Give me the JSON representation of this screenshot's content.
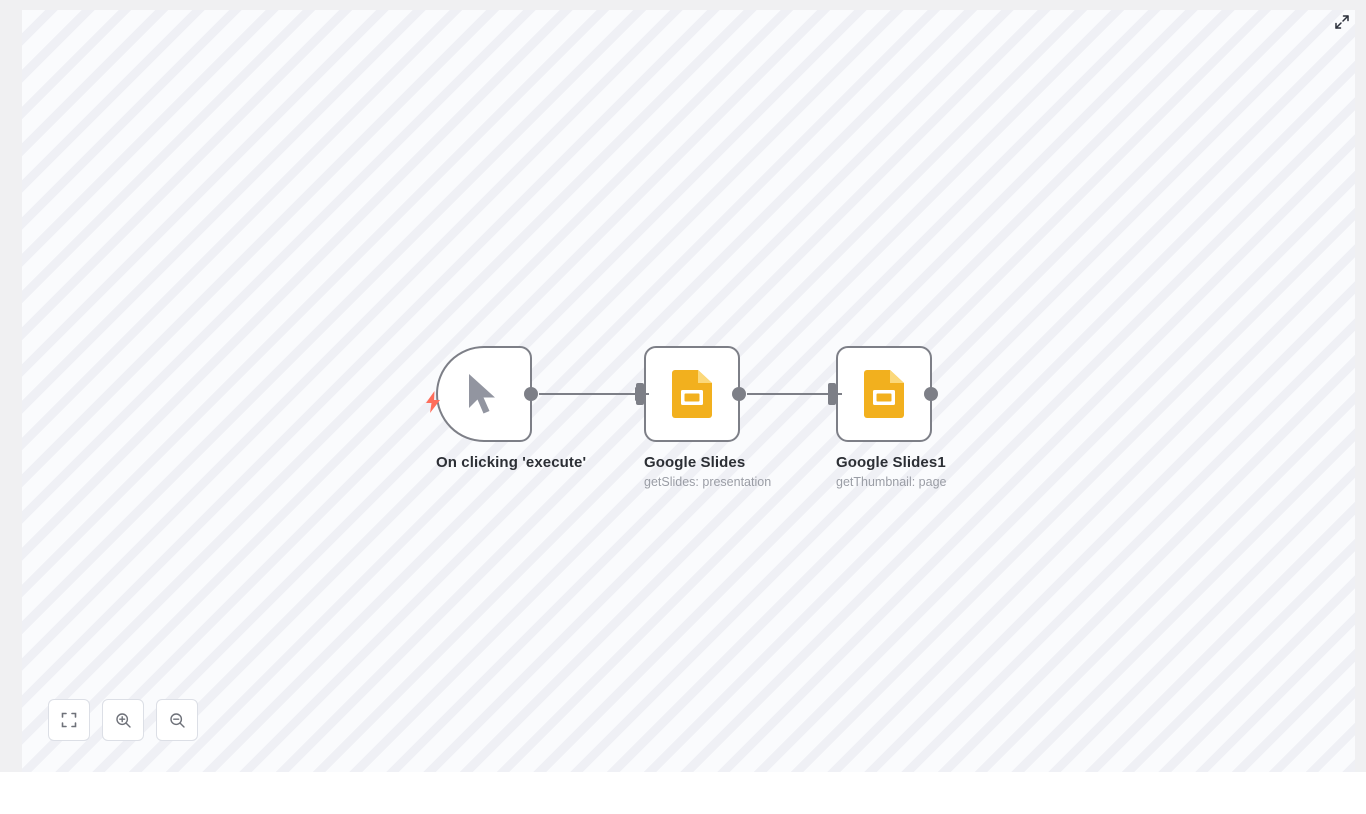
{
  "canvas": {
    "expand_icon": "expand-arrows-icon",
    "background_stripe_colors": [
      "#eff0f5",
      "#fafbfd"
    ]
  },
  "flow": {
    "node_border_color": "#7d7f87",
    "connector_color": "#7d7f87",
    "trigger_bolt_color": "#ff6d5a",
    "google_slides_color": "#f2b01e",
    "nodes": [
      {
        "id": "trigger",
        "label": "On clicking 'execute'",
        "subtitle": "",
        "icon": "mouse-cursor-icon",
        "badge_icon": "lightning-bolt-icon",
        "shape": "trigger"
      },
      {
        "id": "google-slides",
        "label": "Google Slides",
        "subtitle": "getSlides: presentation",
        "icon": "google-slides-icon",
        "shape": "rounded-square"
      },
      {
        "id": "google-slides1",
        "label": "Google Slides1",
        "subtitle": "getThumbnail: page",
        "icon": "google-slides-icon",
        "shape": "rounded-square"
      }
    ],
    "connections": [
      {
        "from": "trigger",
        "to": "google-slides"
      },
      {
        "from": "google-slides",
        "to": "google-slides1"
      }
    ]
  },
  "controls": [
    {
      "id": "fit-view",
      "icon": "fit-view-icon",
      "label": ""
    },
    {
      "id": "zoom-in",
      "icon": "zoom-in-icon",
      "label": ""
    },
    {
      "id": "zoom-out",
      "icon": "zoom-out-icon",
      "label": ""
    }
  ]
}
